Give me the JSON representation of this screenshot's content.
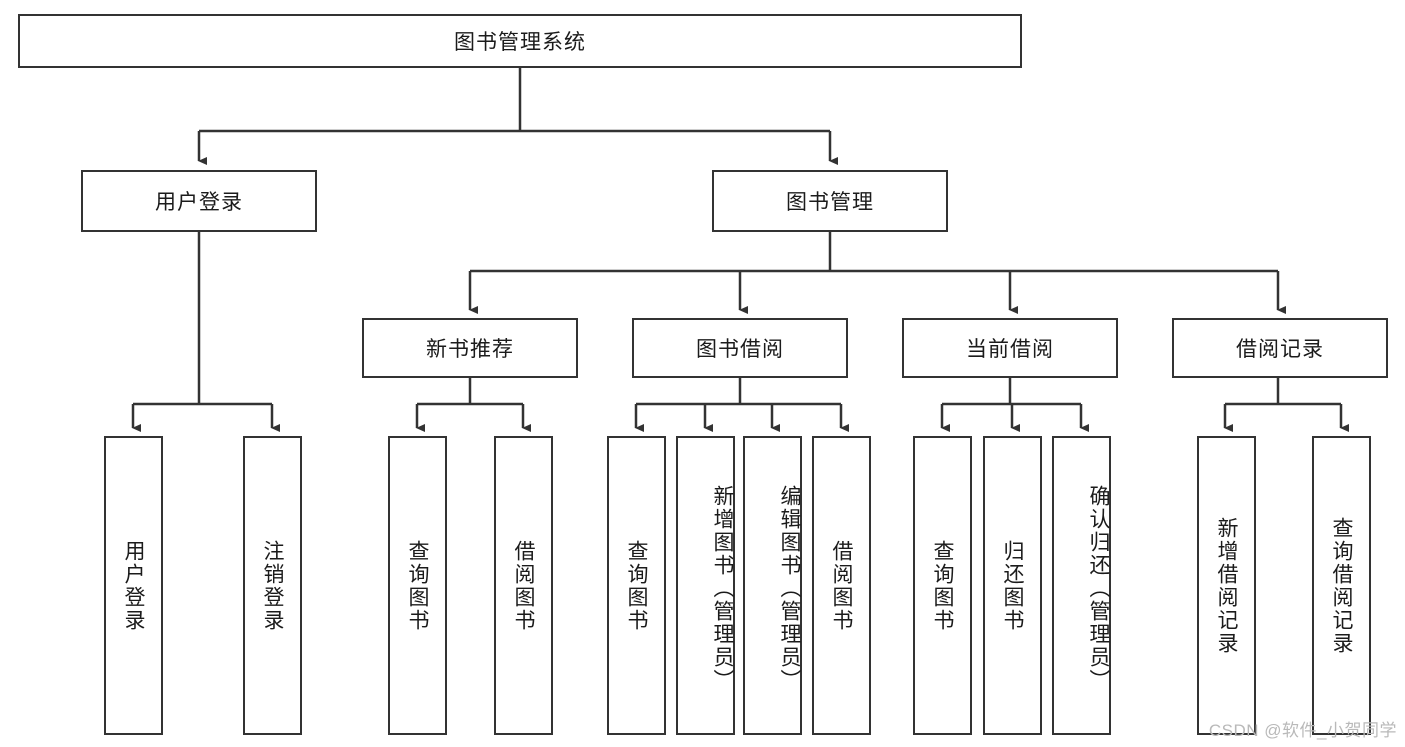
{
  "diagram": {
    "title": "图书管理系统",
    "watermark": "CSDN @软件_小贺同学",
    "level1": [
      {
        "id": "user-login",
        "label": "用户登录"
      },
      {
        "id": "book-manage",
        "label": "图书管理"
      }
    ],
    "level2": [
      {
        "id": "new-book-recommend",
        "label": "新书推荐"
      },
      {
        "id": "book-borrow",
        "label": "图书借阅"
      },
      {
        "id": "current-borrow",
        "label": "当前借阅"
      },
      {
        "id": "borrow-record",
        "label": "借阅记录"
      }
    ],
    "leaves": [
      {
        "id": "user-login-leaf",
        "label": "用户登录"
      },
      {
        "id": "logout-leaf",
        "label": "注销登录"
      },
      {
        "id": "query-book-rec",
        "label": "查询图书"
      },
      {
        "id": "borrow-book-rec",
        "label": "借阅图书"
      },
      {
        "id": "query-book-borrow",
        "label": "查询图书"
      },
      {
        "id": "add-book-admin",
        "label": "新增图书（管理员）"
      },
      {
        "id": "edit-book-admin",
        "label": "编辑图书（管理员）"
      },
      {
        "id": "borrow-book",
        "label": "借阅图书"
      },
      {
        "id": "query-book-current",
        "label": "查询图书"
      },
      {
        "id": "return-book",
        "label": "归还图书"
      },
      {
        "id": "confirm-return-admin",
        "label": "确认归还（管理员）"
      },
      {
        "id": "add-borrow-record",
        "label": "新增借阅记录"
      },
      {
        "id": "query-borrow-record",
        "label": "查询借阅记录"
      }
    ]
  }
}
